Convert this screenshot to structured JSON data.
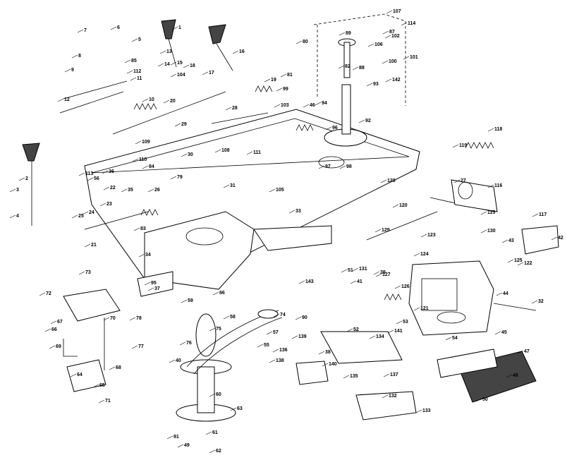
{
  "labels": [
    "1",
    "2",
    "3",
    "4",
    "5",
    "6",
    "7",
    "8",
    "9",
    "10",
    "11",
    "12",
    "13",
    "14",
    "15",
    "16",
    "17",
    "18",
    "19",
    "20",
    "21",
    "22",
    "23",
    "24",
    "25",
    "26",
    "27",
    "28",
    "29",
    "30",
    "31",
    "32",
    "33",
    "34",
    "35",
    "36",
    "37",
    "38",
    "39",
    "40",
    "41",
    "42",
    "43",
    "44",
    "45",
    "46",
    "47",
    "48",
    "49",
    "50",
    "51",
    "52",
    "53",
    "54",
    "55",
    "56",
    "57",
    "58",
    "59",
    "60",
    "61",
    "62",
    "63",
    "64",
    "65",
    "66",
    "67",
    "68",
    "69",
    "70",
    "71",
    "72",
    "73",
    "74",
    "75",
    "76",
    "77",
    "78",
    "79",
    "80",
    "81",
    "82",
    "83",
    "84",
    "85",
    "86",
    "87",
    "88",
    "89",
    "90",
    "91",
    "92",
    "93",
    "94",
    "95",
    "96",
    "97",
    "98",
    "99",
    "100",
    "101",
    "102",
    "103",
    "104",
    "105",
    "106",
    "107",
    "108",
    "109",
    "110",
    "111",
    "112",
    "113",
    "114",
    "115",
    "116",
    "117",
    "118",
    "119",
    "120",
    "121",
    "122",
    "123",
    "124",
    "125",
    "126",
    "127",
    "128",
    "129",
    "130",
    "131",
    "132",
    "133",
    "134",
    "135",
    "136",
    "137",
    "138",
    "139",
    "140",
    "141",
    "142",
    "143"
  ]
}
